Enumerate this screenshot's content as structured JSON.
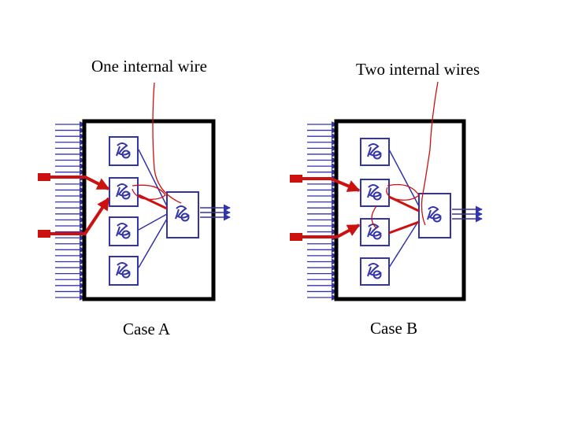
{
  "labels": {
    "case_a_title": "One internal wire",
    "case_b_title": "Two internal wires",
    "case_a_caption": "Case A",
    "case_b_caption": "Case B"
  },
  "colors": {
    "blue": "#3333aa",
    "red": "#cc1111",
    "box_border": "#000000",
    "background": "#ffffff"
  },
  "icons": {
    "cell": "swirl-cell-icon"
  }
}
